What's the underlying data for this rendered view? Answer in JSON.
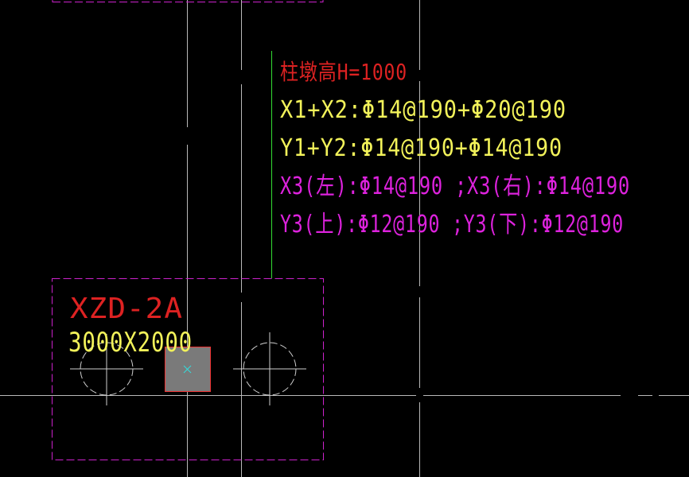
{
  "colors": {
    "background": "#000000",
    "gridline": "#b9b9b9",
    "boundary": "#cc22cc",
    "leader": "#33dd33",
    "red_text": "#dd2222",
    "yellow_text": "#f2f25a",
    "magenta_text": "#dd22dd",
    "pile": "#cfcfcf",
    "column_fill": "#7a7a7a",
    "column_border": "#ee3333",
    "column_cross": "#33dddd"
  },
  "annotation": {
    "height_label": "柱墩高H=1000",
    "x_rebar": "X1+X2:Φ14@190+Φ20@190",
    "y_rebar": "Y1+Y2:Φ14@190+Φ14@190",
    "x3_rebar": "X3(左):Φ14@190 ;X3(右):Φ14@190",
    "y3_rebar": "Y3(上):Φ12@190 ;Y3(下):Φ12@190"
  },
  "foundation": {
    "name": "XZD-2A",
    "size": "3000X2000"
  }
}
